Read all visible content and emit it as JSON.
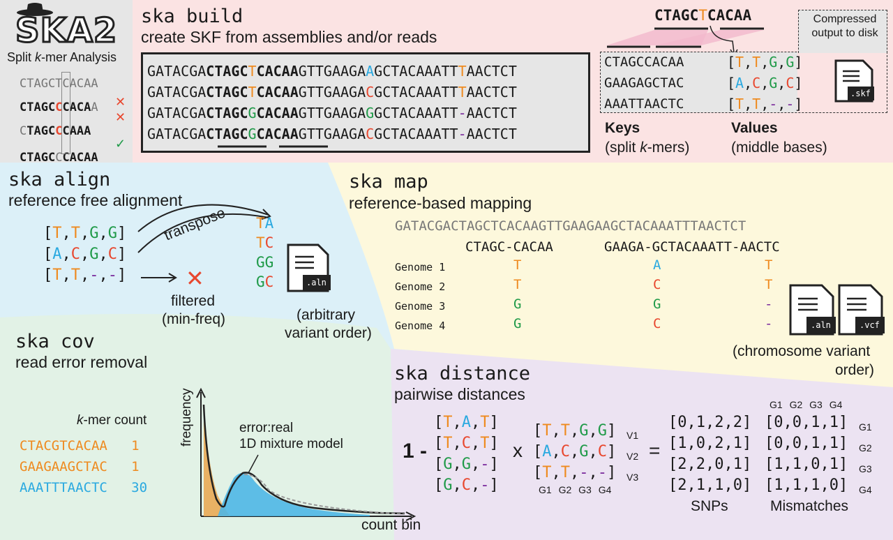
{
  "logo": {
    "text": "SKA2",
    "subtitle_pre": "Split ",
    "subtitle_k": "k",
    "subtitle_post": "-mer Analysis"
  },
  "logo_example": {
    "row0": "CTAGCTCACAA",
    "row1": [
      "CTAGC",
      "C",
      "CACA",
      "A"
    ],
    "row2": [
      "C",
      "TAGC",
      "C",
      "CAAA"
    ],
    "row3": [
      "CTAGC",
      "C",
      "CACAA"
    ]
  },
  "build": {
    "title": "ska build",
    "subtitle": "create SKF from assemblies and/or reads",
    "alignment": [
      [
        [
          "GATACGA",
          ""
        ],
        [
          "CTAGC",
          "b"
        ],
        [
          "T",
          "o"
        ],
        [
          "CACAA",
          "b"
        ],
        [
          "GTTGAAGA",
          ""
        ],
        [
          "A",
          "bl"
        ],
        [
          "GCTACAAATT",
          ""
        ],
        [
          "T",
          "o"
        ],
        [
          "AACTCT",
          ""
        ]
      ],
      [
        [
          "GATACGA",
          ""
        ],
        [
          "CTAGC",
          "b"
        ],
        [
          "T",
          "o"
        ],
        [
          "CACAA",
          "b"
        ],
        [
          "GTTGAAGA",
          ""
        ],
        [
          "C",
          "r"
        ],
        [
          "GCTACAAATT",
          ""
        ],
        [
          "T",
          "o"
        ],
        [
          "AACTCT",
          ""
        ]
      ],
      [
        [
          "GATACGA",
          ""
        ],
        [
          "CTAGC",
          "b"
        ],
        [
          "G",
          "g"
        ],
        [
          "CACAA",
          "b"
        ],
        [
          "GTTGAAGA",
          ""
        ],
        [
          "G",
          "g"
        ],
        [
          "GCTACAAATT",
          ""
        ],
        [
          "-",
          "p"
        ],
        [
          "AACTCT",
          ""
        ]
      ],
      [
        [
          "GATACGA",
          ""
        ],
        [
          "CTAGC",
          "b"
        ],
        [
          "G",
          "g"
        ],
        [
          "CACAA",
          "b"
        ],
        [
          "GTTGAAGA",
          ""
        ],
        [
          "C",
          "r"
        ],
        [
          "GCTACAAATT",
          ""
        ],
        [
          "-",
          "p"
        ],
        [
          "AACTCT",
          ""
        ]
      ]
    ],
    "kmer_top": [
      [
        "CTAGC",
        "b"
      ],
      [
        "T",
        "o"
      ],
      [
        "CACAA",
        "b"
      ]
    ],
    "keys": [
      "CTAGCCACAA",
      "GAAGAGCTAC",
      "AAATTAACTC"
    ],
    "values": [
      [
        [
          "T",
          "o"
        ],
        [
          "T",
          "o"
        ],
        [
          "G",
          "g"
        ],
        [
          "G",
          "g"
        ]
      ],
      [
        [
          "A",
          "bl"
        ],
        [
          "C",
          "r"
        ],
        [
          "G",
          "g"
        ],
        [
          "C",
          "r"
        ]
      ],
      [
        [
          "T",
          "o"
        ],
        [
          "T",
          "o"
        ],
        [
          "-",
          "p"
        ],
        [
          "-",
          "p"
        ]
      ]
    ],
    "keys_label": "Keys",
    "keys_sub_pre": "(split ",
    "keys_sub_k": "k",
    "keys_sub_post": "-mers)",
    "values_label": "Values",
    "values_sub": "(middle bases)",
    "compressed": "Compressed output to disk",
    "file_ext": ".skf"
  },
  "align": {
    "title": "ska align",
    "subtitle": "reference free alignment",
    "rows": [
      [
        [
          "T",
          "o"
        ],
        [
          "T",
          "o"
        ],
        [
          "G",
          "g"
        ],
        [
          "G",
          "g"
        ]
      ],
      [
        [
          "A",
          "bl"
        ],
        [
          "C",
          "r"
        ],
        [
          "G",
          "g"
        ],
        [
          "C",
          "r"
        ]
      ],
      [
        [
          "T",
          "o"
        ],
        [
          "T",
          "o"
        ],
        [
          "-",
          "p"
        ],
        [
          "-",
          "p"
        ]
      ]
    ],
    "transpose": "transpose",
    "filtered": "filtered",
    "minfreq": "(min-freq)",
    "out": [
      [
        [
          "T",
          "o"
        ],
        [
          "A",
          "bl"
        ]
      ],
      [
        [
          "T",
          "o"
        ],
        [
          "C",
          "r"
        ]
      ],
      [
        [
          "G",
          "g"
        ],
        [
          "G",
          "g"
        ]
      ],
      [
        [
          "G",
          "g"
        ],
        [
          "C",
          "r"
        ]
      ]
    ],
    "file_ext": ".aln",
    "order1": "(arbitrary",
    "order2": "variant order)"
  },
  "map": {
    "title": "ska map",
    "subtitle": "reference-based mapping",
    "reference": "GATACGACTAGCTCACAAGTTGAAGAAGCTACAAATTTAACTCT",
    "kmer1": "CTAGC-CACAA",
    "kmer2": "GAAGA-GCTACAAATT-AACTC",
    "genomes": [
      "Genome 1",
      "Genome 2",
      "Genome 3",
      "Genome 4"
    ],
    "calls": [
      [
        [
          "T",
          "o"
        ],
        [
          "A",
          "bl"
        ],
        [
          "T",
          "o"
        ]
      ],
      [
        [
          "T",
          "o"
        ],
        [
          "C",
          "r"
        ],
        [
          "T",
          "o"
        ]
      ],
      [
        [
          "G",
          "g"
        ],
        [
          "G",
          "g"
        ],
        [
          "-",
          "p"
        ]
      ],
      [
        [
          "G",
          "g"
        ],
        [
          "C",
          "r"
        ],
        [
          "-",
          "p"
        ]
      ]
    ],
    "file1": ".aln",
    "file2": ".vcf",
    "order1": "(chromosome variant",
    "order2": "order)"
  },
  "cov": {
    "title": "ska cov",
    "subtitle": "read error removal",
    "count_label_k": "k",
    "count_label_post": "-mer count",
    "kmers": [
      {
        "seq": "CTACGTCACAA",
        "count": "1",
        "color": "o"
      },
      {
        "seq": "GAAGAAGCTAC",
        "count": "1",
        "color": "o"
      },
      {
        "seq": "AAATTTAACTC",
        "count": "30",
        "color": "bl"
      }
    ],
    "ylabel": "frequency",
    "xlabel": "count bin",
    "model1": "error:real",
    "model2": "1D mixture model"
  },
  "distance": {
    "title": "ska distance",
    "subtitle": "pairwise distances",
    "one_minus": "1 -",
    "m1": [
      [
        [
          "T",
          "o"
        ],
        [
          "A",
          "bl"
        ],
        [
          "T",
          "o"
        ]
      ],
      [
        [
          "T",
          "o"
        ],
        [
          "C",
          "r"
        ],
        [
          "T",
          "o"
        ]
      ],
      [
        [
          "G",
          "g"
        ],
        [
          "G",
          "g"
        ],
        [
          "-",
          "p"
        ]
      ],
      [
        [
          "G",
          "g"
        ],
        [
          "C",
          "r"
        ],
        [
          "-",
          "p"
        ]
      ]
    ],
    "times": "x",
    "m2": [
      [
        [
          "T",
          "o"
        ],
        [
          "T",
          "o"
        ],
        [
          "G",
          "g"
        ],
        [
          "G",
          "g"
        ]
      ],
      [
        [
          "A",
          "bl"
        ],
        [
          "C",
          "r"
        ],
        [
          "G",
          "g"
        ],
        [
          "C",
          "r"
        ]
      ],
      [
        [
          "T",
          "o"
        ],
        [
          "T",
          "o"
        ],
        [
          "-",
          "p"
        ],
        [
          "-",
          "p"
        ]
      ]
    ],
    "v_labels": [
      "V1",
      "V2",
      "V3"
    ],
    "g_labels_bottom": "G1 G2 G3 G4",
    "equals": "=",
    "g_labels_top": "G1 G2 G3 G4",
    "snps": [
      "[0,1,2,2]",
      "[1,0,2,1]",
      "[2,2,0,1]",
      "[2,1,1,0]"
    ],
    "mismatches": [
      "[0,0,1,1]",
      "[0,0,1,1]",
      "[1,1,0,1]",
      "[1,1,1,0]"
    ],
    "g_labels_right": [
      "G1",
      "G2",
      "G3",
      "G4"
    ],
    "snps_label": "SNPs",
    "mismatches_label": "Mismatches"
  },
  "colors": {
    "orange": "#ee8a1f",
    "blue": "#2aa9e0",
    "green": "#1f9a48",
    "red": "#e8472e",
    "purple": "#7a2a9c",
    "pink_bg": "#fbe3e3",
    "blue_bg": "#dcf0f8",
    "yellow_bg": "#fdf8dc",
    "green_bg": "#e2f2e6",
    "purple_bg": "#ece3f2",
    "grey_bg": "#e6e6e6"
  }
}
